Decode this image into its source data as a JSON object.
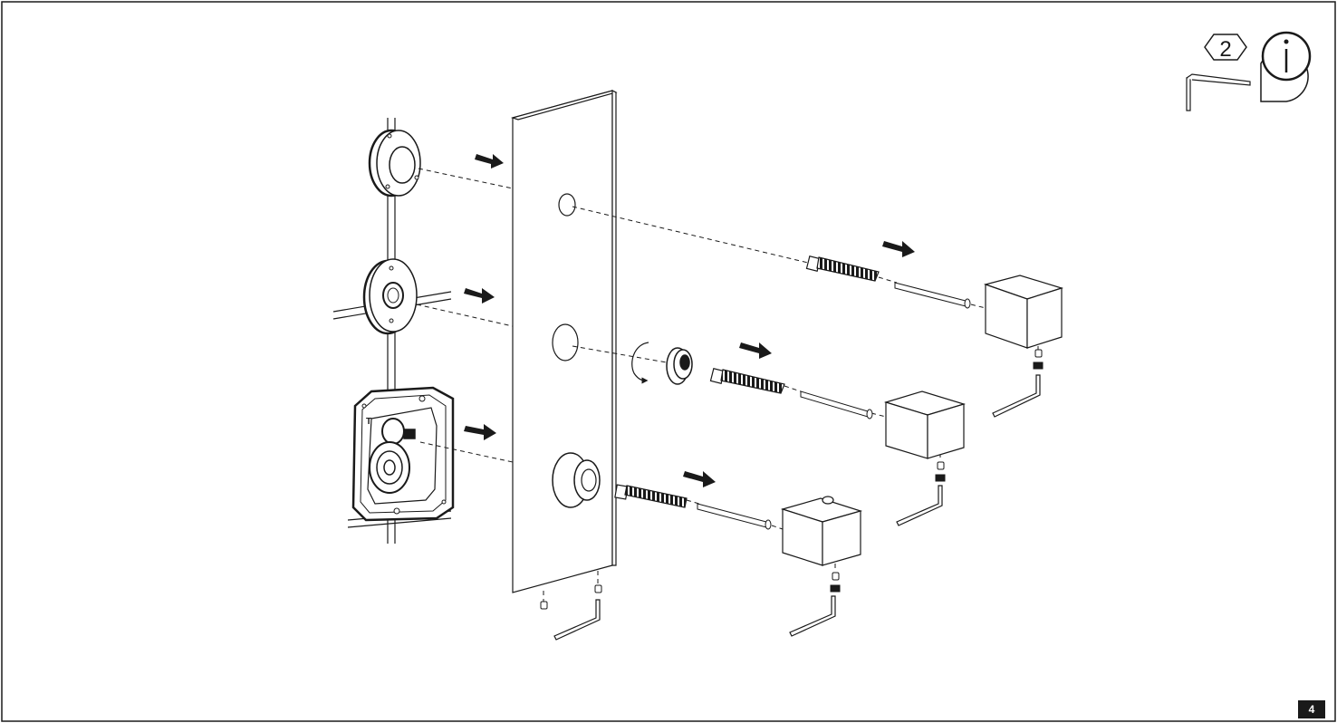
{
  "page": {
    "number": "4"
  },
  "tools": {
    "hex_key_size": "2",
    "info_icon": "info-icon"
  },
  "parts": {
    "thermostat_label": "T"
  },
  "icons": [
    "hex-key-icon",
    "info-icon",
    "arrow-icon",
    "rotation-arrow-icon"
  ]
}
